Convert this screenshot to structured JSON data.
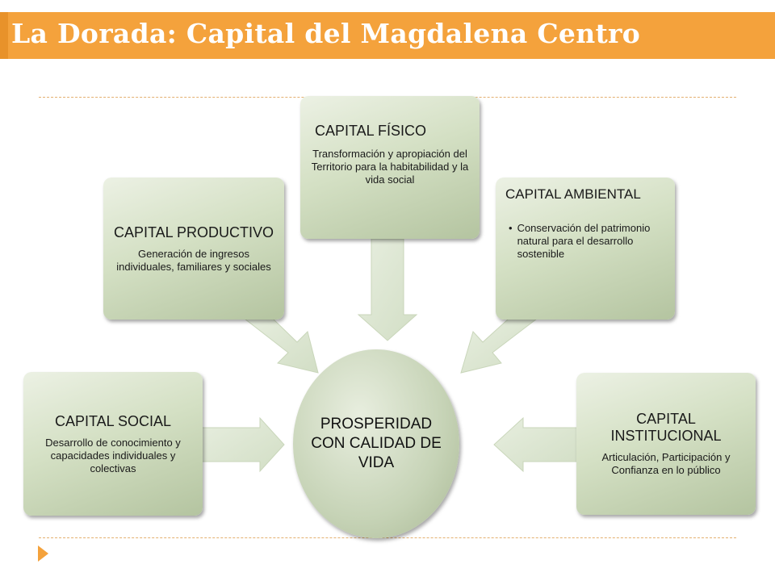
{
  "slide": {
    "title": "La Dorada: Capital del Magdalena Centro"
  },
  "colors": {
    "title_bar": "#F4A23C",
    "box_fill": "#D4E0C4",
    "arrow_fill": "#DDE7D2",
    "dash_line": "#E4B070"
  },
  "diagram": {
    "center": "PROSPERIDAD CON CALIDAD DE VIDA",
    "capitals": {
      "social": {
        "title": "CAPITAL SOCIAL",
        "description": "Desarrollo de conocimiento y capacidades individuales y colectivas"
      },
      "productivo": {
        "title": "CAPITAL PRODUCTIVO",
        "description": "Generación de ingresos individuales, familiares y sociales"
      },
      "fisico": {
        "title": "CAPITAL FÍSICO",
        "description": "Transformación y apropiación del Territorio para la habitabilidad y la vida social"
      },
      "ambiental": {
        "title": "CAPITAL AMBIENTAL",
        "bullet": "•",
        "description": "Conservación del patrimonio natural para el desarrollo sostenible"
      },
      "institucional": {
        "title": "CAPITAL INSTITUCIONAL",
        "description": "Articulación, Participación y Confianza en lo público"
      }
    }
  }
}
